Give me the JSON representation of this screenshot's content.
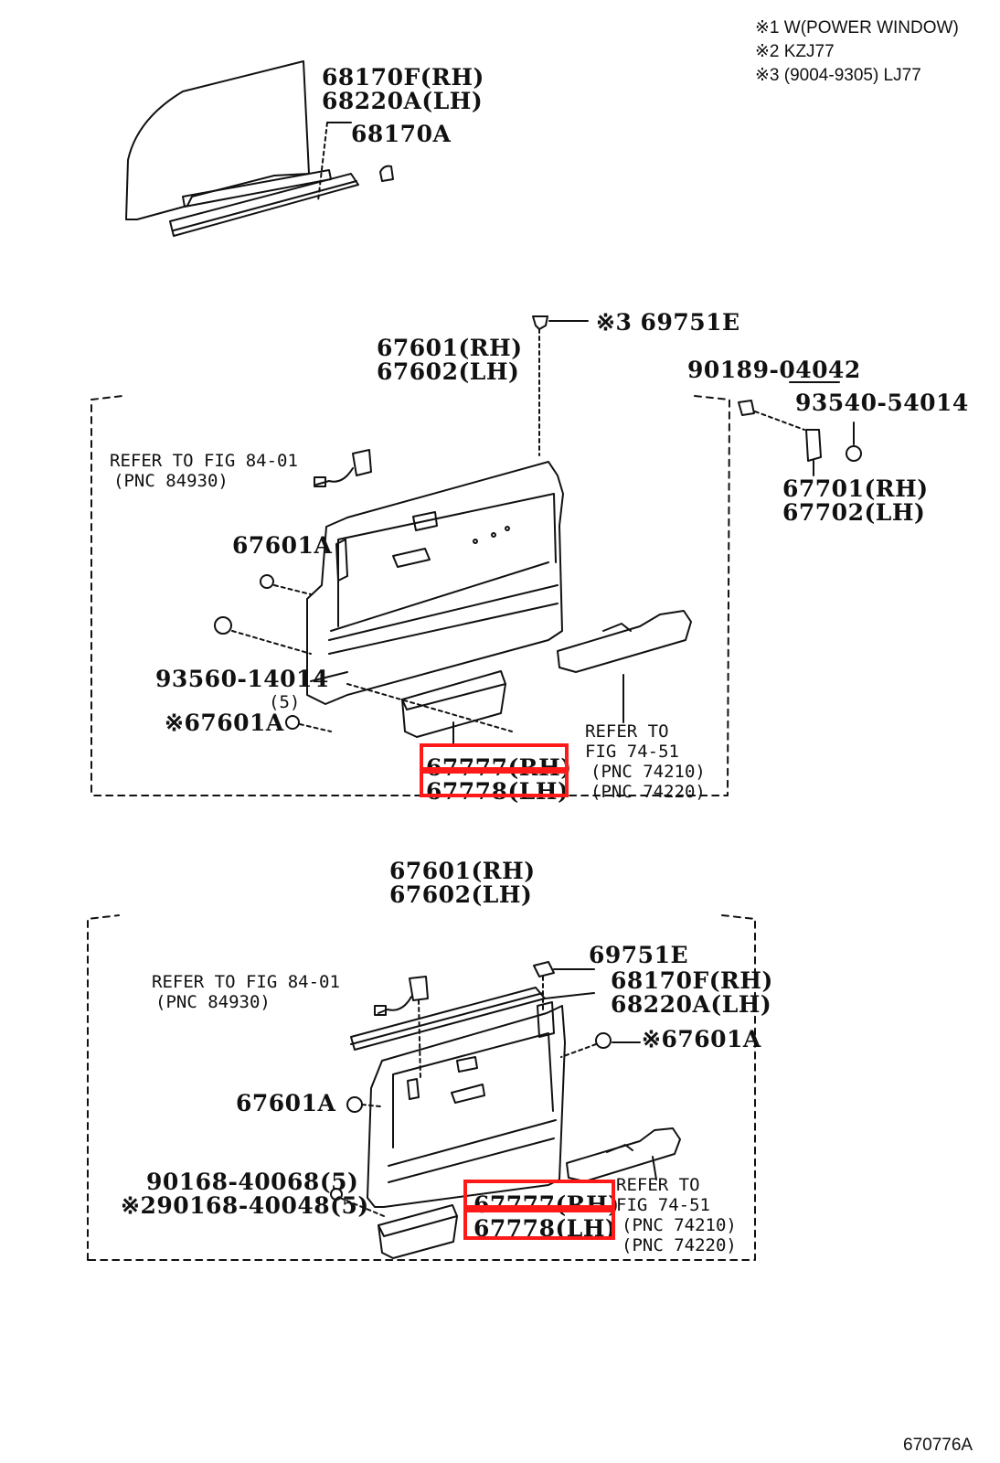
{
  "notes": [
    "※1 W(POWER WINDOW)",
    "※2 KZJ77",
    "※3 (9004-9305) LJ77"
  ],
  "glass": {
    "part_rh": "68170F(RH)",
    "part_lh": "68220A(LH)",
    "weatherstrip": "68170A"
  },
  "panel_upper": {
    "clip_top": "※3 69751E",
    "title_rh": "67601(RH)",
    "title_lh": "67602(LH)",
    "screw": "90189-04042",
    "cap": "93540-54014",
    "refer_switch_1": "REFER TO FIG 84-01",
    "refer_switch_2": "(PNC 84930)",
    "clip_1": "67601A",
    "clip_2": "※67601A",
    "clip_2_qty": "(5)",
    "nut": "93560-14014",
    "armrest_1": "67701(RH)",
    "armrest_2": "67702(LH)",
    "refer_armrest_1": "REFER TO",
    "refer_armrest_2": "FIG 74-51",
    "refer_armrest_3": "(PNC 74210)",
    "refer_armrest_4": "(PNC 74220)",
    "pocket_rh": "67777(RH)",
    "pocket_lh": "67778(LH)"
  },
  "panel_lower": {
    "title_rh": "67601(RH)",
    "title_lh": "67602(LH)",
    "clip_top": "69751E",
    "weather_rh": "68170F(RH)",
    "weather_lh": "68220A(LH)",
    "clip_right": "※67601A",
    "clip_left": "67601A",
    "refer_switch_1": "REFER TO FIG 84-01",
    "refer_switch_2": "(PNC 84930)",
    "screw_1": "90168-40068(5)",
    "screw_2": "※290168-40048(5)",
    "pocket_rh": "67777(RH)",
    "pocket_lh": "67778(LH)",
    "refer_armrest_1": "REFER TO",
    "refer_armrest_2": "FIG 74-51",
    "refer_armrest_3": "(PNC 74210)",
    "refer_armrest_4": "(PNC 74220)"
  },
  "figure_code": "670776A",
  "colors": {
    "line": "#111111",
    "highlight": "#ff1a1a",
    "background": "#ffffff"
  }
}
